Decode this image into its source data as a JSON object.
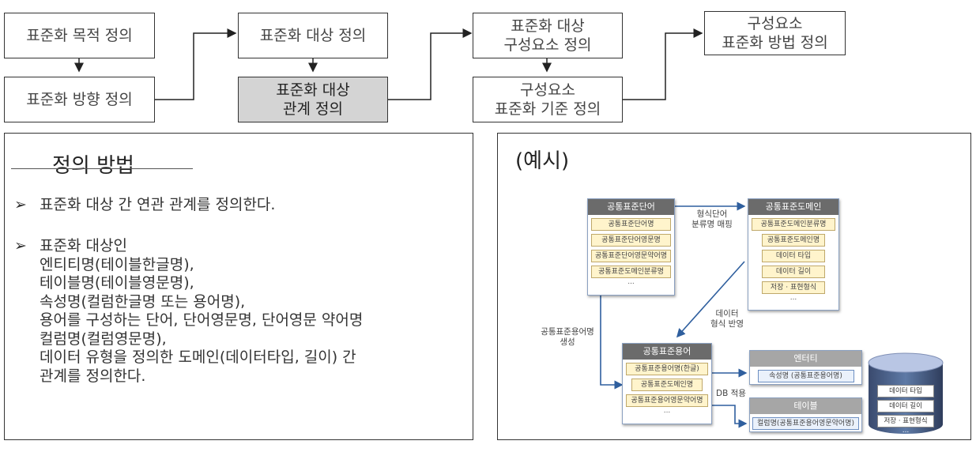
{
  "flow": {
    "purpose": "표준화 목적 정의",
    "direction": "표준화 방향 정의",
    "target": "표준화 대상 정의",
    "relation_line1": "표준화 대상",
    "relation_line2": "관계 정의",
    "component_line1": "표준화 대상",
    "component_line2": "구성요소 정의",
    "criteria_line1": "구성요소",
    "criteria_line2": "표준화 기준 정의",
    "method_line1": "구성요소",
    "method_line2": "표준화 방법 정의"
  },
  "definition": {
    "title": "정의 방법",
    "bullet_symbol": "➢",
    "bullet1": "표준화 대상 간 연관 관계를 정의한다.",
    "bullet2_lines": [
      "표준화 대상인",
      "엔티티명(테이블한글명),",
      "테이블명(테이블영문명),",
      "속성명(컬럼한글명 또는 용어명),",
      "용어를 구성하는 단어, 단어영문명, 단어영문 약어명",
      "컬럼명(컬럼영문명),",
      "데이터 유형을 정의한 도메인(데이터타입, 길이) 간",
      "관계를 정의한다."
    ]
  },
  "example": {
    "title": "(예시)",
    "word_box": {
      "header": "공통표준단어",
      "items": [
        "공통표준단어명",
        "공통표준단어영문명",
        "공통표준단어영문약어명",
        "공통표준도메인분류명"
      ],
      "more": "..."
    },
    "domain_box": {
      "header": "공통표준도메인",
      "items": [
        "공통표준도메인분류명",
        "공통표준도메인명",
        "데이터 타입",
        "데이터 길이",
        "저장 · 표현형식"
      ],
      "more": "..."
    },
    "term_box": {
      "header": "공통표준용어",
      "items": [
        "공통표준용어명(한글)",
        "공통표준도메인명",
        "공통표준용어영문약어명"
      ],
      "more": "..."
    },
    "entity_box": {
      "header": "엔터티",
      "item": "속성명 (공통표준용어명)"
    },
    "table_box": {
      "header": "테이블",
      "item": "컬럼명(공통표준용어영문약어명)"
    },
    "db_items": [
      "데이터 타입",
      "데이터 길이",
      "저장 · 표현형식"
    ],
    "db_more": "...",
    "label_mapping_1": "형식단어",
    "label_mapping_2": "분류명 매핑",
    "label_data_1": "데이터",
    "label_data_2": "형식 반영",
    "label_generate_1": "공통표준용어명",
    "label_generate_2": "생성",
    "label_db": "DB 적용"
  },
  "colors": {
    "highlight_box": "#d4d4d4",
    "arrow_blue": "#2f5f9e",
    "item_fill": "#fff4cc"
  }
}
